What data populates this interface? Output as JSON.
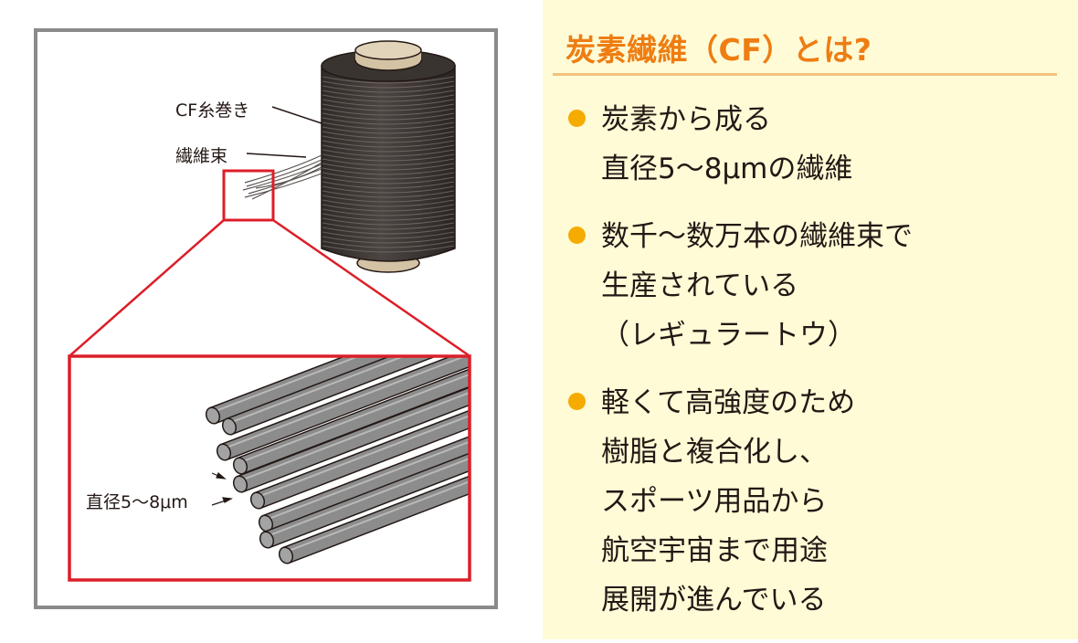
{
  "diagram": {
    "label_spool": "CF糸巻き",
    "label_bundle": "繊維束",
    "label_diameter": "直径5～8μm",
    "colors": {
      "frame": "#8a8a8a",
      "highlight": "#dc1e28",
      "fiber": "#8c8c8c",
      "spool": "#3f3936",
      "core": "#d4c2a4"
    }
  },
  "panel": {
    "title": "炭素繊維（CF）とは?",
    "title_color": "#ee7d12",
    "bullet_color": "#f6ab00",
    "bullets": [
      {
        "lines": [
          "炭素から成る",
          "直径5～8μmの繊維"
        ]
      },
      {
        "lines": [
          "数千～数万本の繊維束で",
          "生産されている",
          "（レギュラートウ）"
        ]
      },
      {
        "lines": [
          "軽くて高強度のため",
          "樹脂と複合化し、",
          "スポーツ用品から",
          "航空宇宙まで用途",
          "展開が進んでいる"
        ]
      }
    ]
  }
}
